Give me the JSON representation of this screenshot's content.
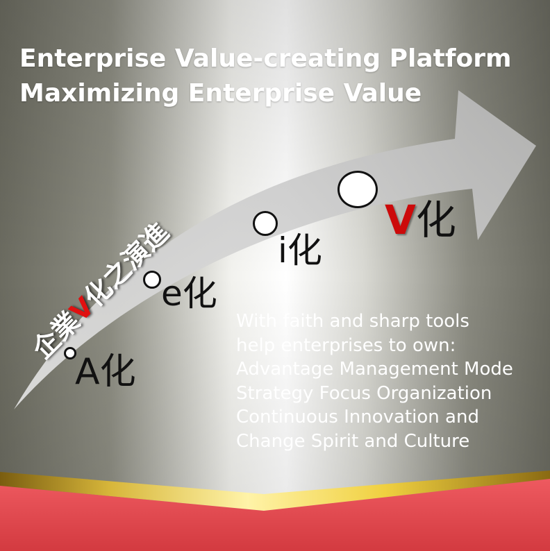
{
  "title": {
    "line1": "Enterprise Value-creating Platform",
    "line2": "Maximizing Enterprise Value"
  },
  "arrow_label": {
    "prefix": "企業",
    "v": "V",
    "suffix": "化之演進"
  },
  "stages": [
    {
      "label": "A化"
    },
    {
      "label": "e化"
    },
    {
      "label": "i化"
    },
    {
      "v": "V",
      "suffix": "化"
    }
  ],
  "body_lines": [
    "With faith and sharp tools",
    "help enterprises to own:",
    "Advantage Management Mode",
    "Strategy Focus Organization",
    "Continuous Innovation and",
    "Change Spirit and Culture"
  ],
  "colors": {
    "background_dark": "#6e6e62",
    "background_light": "#ffffff",
    "arrow": "#c8c8c8",
    "accent_red": "#d21b1b",
    "gold": "#e1c83c",
    "ribbon_red": "#e2454c"
  }
}
